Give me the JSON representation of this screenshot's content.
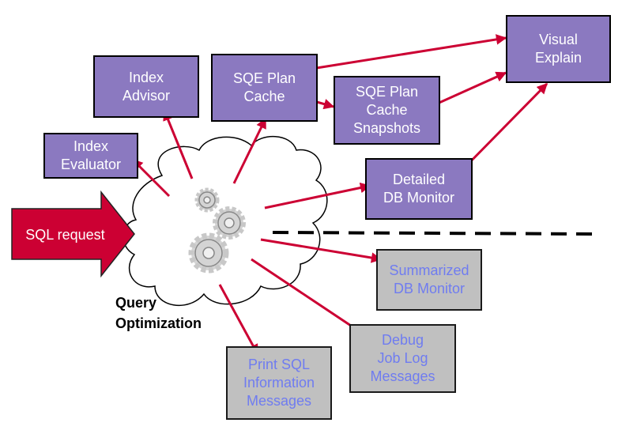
{
  "input_arrow": {
    "label": "SQL request",
    "color": "#cc0033"
  },
  "engine": {
    "label": "Query\nOptimization",
    "icon": "gears-icon"
  },
  "boxes": {
    "index_evaluator": "Index\nEvaluator",
    "index_advisor": "Index\nAdvisor",
    "sqe_plan_cache": "SQE Plan\nCache",
    "sqe_plan_cache_snapshots": "SQE Plan\nCache\nSnapshots",
    "visual_explain": "Visual\nExplain",
    "detailed_db_monitor": "Detailed\nDB Monitor",
    "summarized_db_monitor": "Summarized\nDB Monitor",
    "debug_job_log": "Debug\nJob Log\nMessages",
    "print_sql_info": "Print SQL\nInformation\nMessages"
  },
  "colors": {
    "tool_box_fill": "#8b79c0",
    "message_box_fill": "#c0c0c0",
    "message_text": "#6f7cf0",
    "arrow": "#cc0033"
  }
}
